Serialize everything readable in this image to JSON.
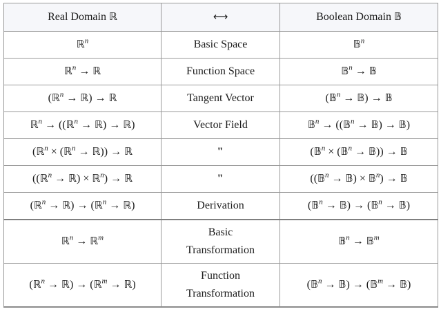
{
  "table": {
    "header": {
      "real": "Real Domain ℝ",
      "arrow": "⟷",
      "bool": "Boolean Domain 𝔹"
    },
    "rows": [
      {
        "real": "ℝ^n",
        "label": "Basic Space",
        "bool": "𝔹^n"
      },
      {
        "real": "ℝ^n → ℝ",
        "label": "Function Space",
        "bool": "𝔹^n → 𝔹"
      },
      {
        "real": "(ℝ^n → ℝ) → ℝ",
        "label": "Tangent Vector",
        "bool": "(𝔹^n → 𝔹) → 𝔹"
      },
      {
        "real": "ℝ^n → ((ℝ^n → ℝ) → ℝ)",
        "label": "Vector Field",
        "bool": "𝔹^n → ((𝔹^n → 𝔹) → 𝔹)"
      },
      {
        "real": "(ℝ^n × (ℝ^n → ℝ)) → ℝ",
        "label": "\"",
        "bool": "(𝔹^n × (𝔹^n → 𝔹)) → 𝔹"
      },
      {
        "real": "((ℝ^n → ℝ) × ℝ^n) → ℝ",
        "label": "\"",
        "bool": "((𝔹^n → 𝔹) × 𝔹^n) → 𝔹"
      },
      {
        "real": "(ℝ^n → ℝ) → (ℝ^n → ℝ)",
        "label": "Derivation",
        "bool": "(𝔹^n → 𝔹) → (𝔹^n → 𝔹)"
      },
      {
        "real": "ℝ^n → ℝ^m",
        "label": "Basic\nTransformation",
        "bool": "𝔹^n → 𝔹^m"
      },
      {
        "real": "(ℝ^n → ℝ) → (ℝ^m → ℝ)",
        "label": "Function\nTransformation",
        "bool": "(𝔹^n → 𝔹) → (𝔹^m → 𝔹)"
      }
    ]
  },
  "colors": {
    "header_bg": "#f6f7fa",
    "border": "#989898",
    "heavy_border": "#7f7f7f",
    "text": "#1b1b1b"
  }
}
